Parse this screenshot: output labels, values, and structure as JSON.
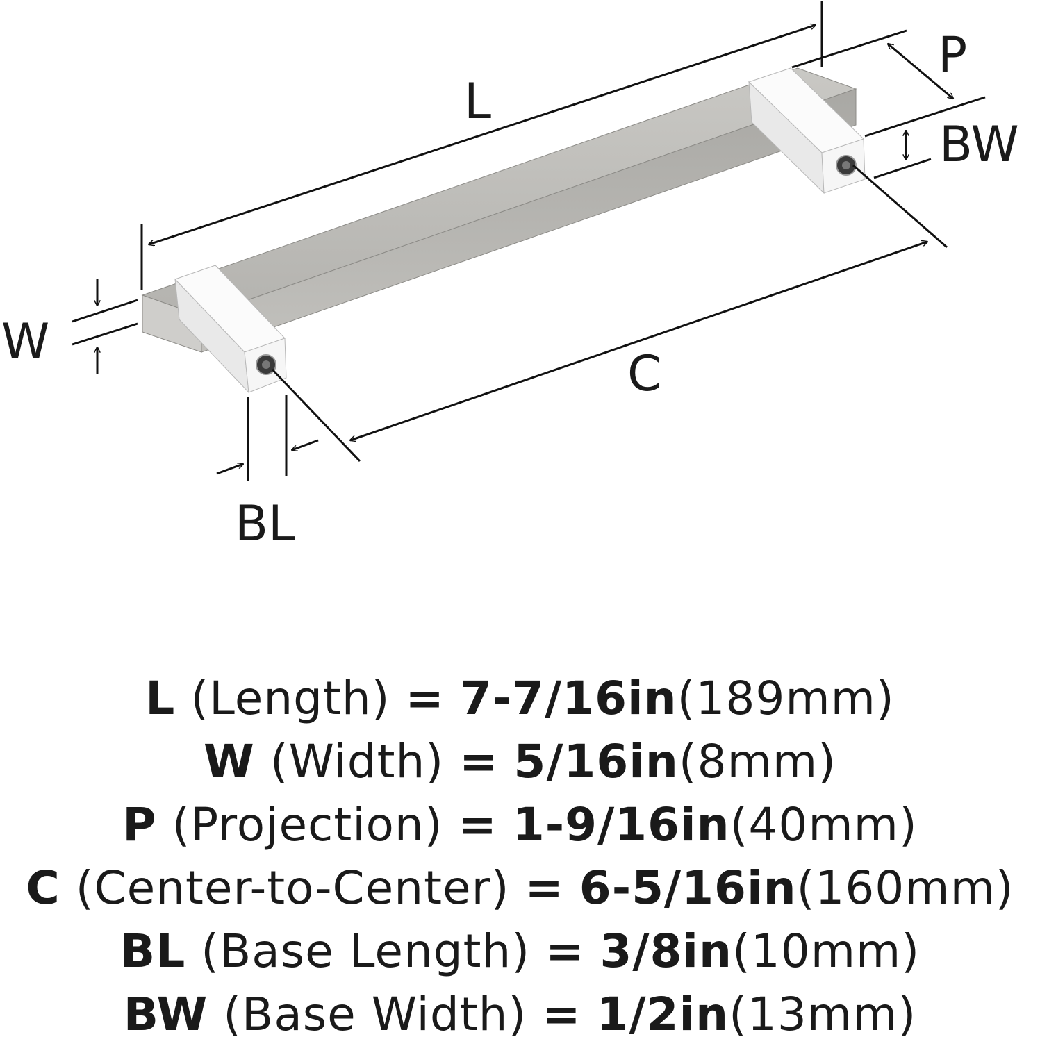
{
  "diagram": {
    "labels": {
      "L": "L",
      "P": "P",
      "BW": "BW",
      "W": "W",
      "C": "C",
      "BL": "BL"
    }
  },
  "specs": [
    {
      "code": "L",
      "name": "(Length)",
      "eq": "=",
      "imperial": "7-7/16in",
      "metric": "(189mm)"
    },
    {
      "code": "W",
      "name": "(Width)",
      "eq": "=",
      "imperial": "5/16in",
      "metric": "(8mm)"
    },
    {
      "code": "P",
      "name": "(Projection)",
      "eq": "=",
      "imperial": "1-9/16in",
      "metric": "(40mm)"
    },
    {
      "code": "C",
      "name": "(Center-to-Center)",
      "eq": "=",
      "imperial": "6-5/16in",
      "metric": "(160mm)"
    },
    {
      "code": "BL",
      "name": "(Base Length)",
      "eq": "=",
      "imperial": "3/8in",
      "metric": "(10mm)"
    },
    {
      "code": "BW",
      "name": "(Base Width)",
      "eq": "=",
      "imperial": "1/2in",
      "metric": "(13mm)"
    }
  ],
  "colors": {
    "bar": "#bdbcb8",
    "base": "#f4f4f4",
    "line": "#111111"
  }
}
